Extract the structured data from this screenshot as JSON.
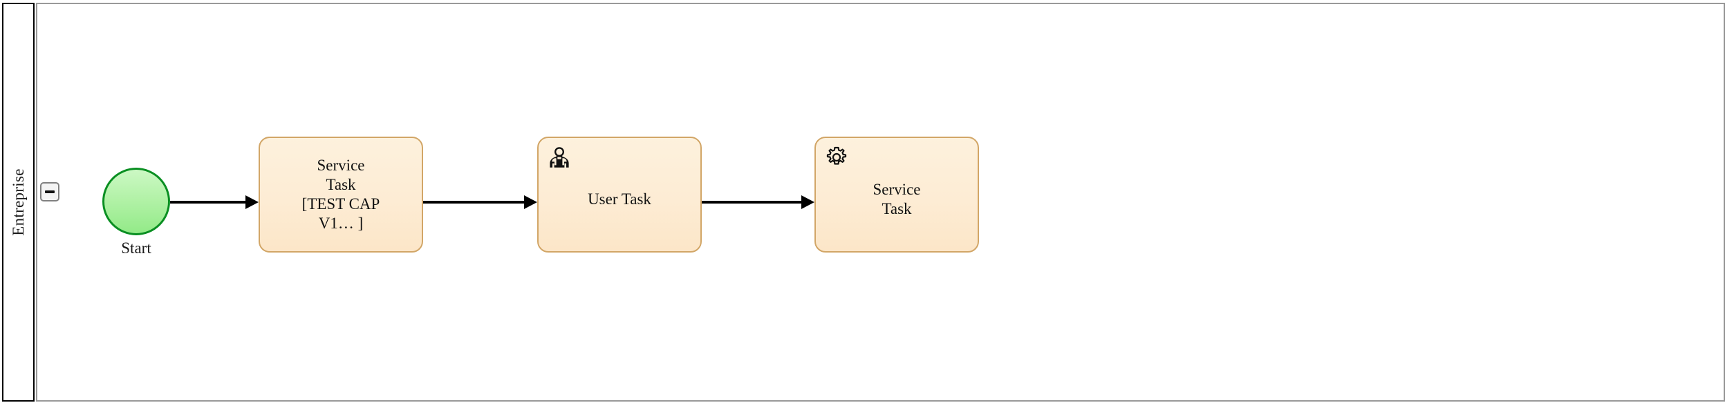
{
  "diagram": {
    "type": "bpmn-process",
    "pool": {
      "lane_label": "Entreprise",
      "collapse_button_glyph": "−"
    },
    "colors": {
      "start_event_fill": "#b3f2a8",
      "start_event_stroke": "#0a8f22",
      "task_fill": "#fdecd4",
      "task_stroke": "#d2a667",
      "flow_stroke": "#000000",
      "lane_header_stroke": "#000000",
      "lane_body_stroke": "#999999"
    },
    "nodes": {
      "start_event": {
        "kind": "start-event",
        "label": "Start"
      },
      "task_service_1": {
        "kind": "service-task",
        "label": "Service\nTask\n[TEST CAP\nV1… ]",
        "icon": "none"
      },
      "task_user": {
        "kind": "user-task",
        "label": "User Task",
        "icon": "user-icon"
      },
      "task_service_2": {
        "kind": "service-task",
        "label": "Service\nTask",
        "icon": "gear-icon"
      }
    },
    "flows": [
      {
        "from": "start_event",
        "to": "task_service_1",
        "label": ""
      },
      {
        "from": "task_service_1",
        "to": "task_user",
        "label": ""
      },
      {
        "from": "task_user",
        "to": "task_service_2",
        "label": ""
      }
    ]
  }
}
